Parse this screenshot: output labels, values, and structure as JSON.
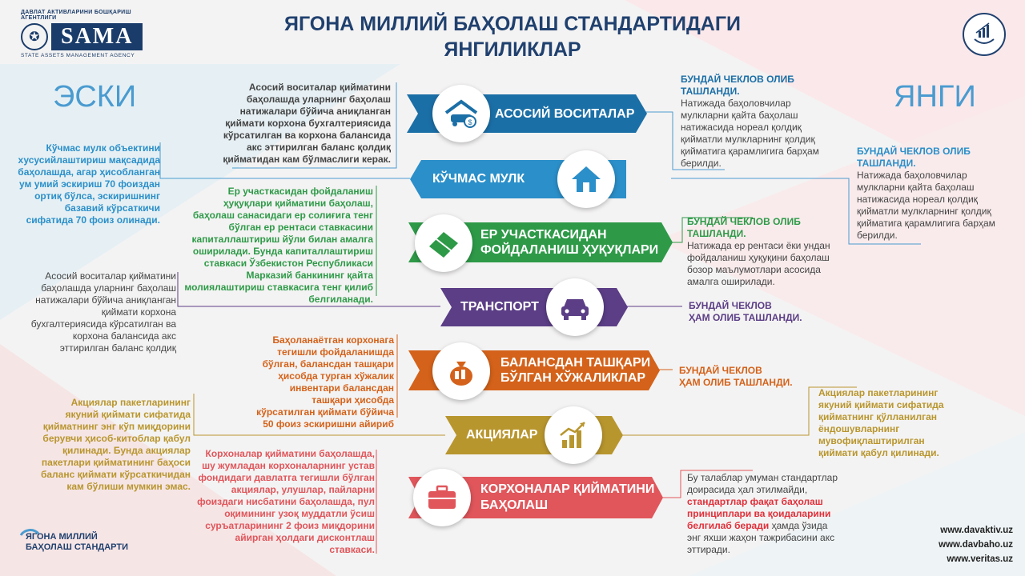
{
  "header": {
    "title_line1": "ЯГОНА МИЛЛИЙ БАҲОЛАШ СТАНДАРТИДАГИ",
    "title_line2": "ЯНГИЛИКЛАР",
    "logo_top": "ДАВЛАТ АКТИВЛАРИНИ БОШҚАРИШ АГЕНТЛИГИ",
    "logo_text": "SAMA",
    "logo_bottom": "STATE ASSETS MANAGEMENT AGENCY"
  },
  "labels": {
    "old": "ЭСКИ",
    "new": "ЯНГИ"
  },
  "rows": [
    {
      "title": "АСОСИЙ ВОСИТАЛАР",
      "color": "#1b6fa7",
      "icon": "car-in-garage-icon",
      "left_text": "Асосий воситалар қийматини баҳолашда уларнинг баҳолаш натижалари бўйича аниқланган қиймати корхона бухгалтериясида кўрсатилган ва корхона балансида акс эттирилган баланс қолдиқ қийматидан кам бўлмаслиги керак.",
      "right_head": "БУНДАЙ ЧЕКЛОВ ОЛИБ ТАШЛАНДИ.",
      "right_text": "Натижада баҳоловчилар мулкларни қайта баҳолаш натижасида нореал қолдиқ қийматли мулкларнинг қолдиқ қийматига қарамлигига барҳам берилди."
    },
    {
      "title": "КЎЧМАС МУЛК",
      "color": "#2b8fc9",
      "icon": "house-icon",
      "left_text": "Кўчмас мулк объектини хусусийлаштириш мақсадида баҳолашда, агар ҳисобланган ум умий эскириш 70 фоиздан ортиқ бўлса, эскиришнинг базавий кўрсаткичи сифатида 70 фоиз олинади.",
      "right_head": "БУНДАЙ ЧЕКЛОВ ОЛИБ ТАШЛАНДИ.",
      "right_text": "Натижада баҳоловчилар мулкларни қайта баҳолаш натижасида нореал қолдиқ қийматли мулкларнинг қолдиқ қийматига қарамлигига барҳам берилди."
    },
    {
      "title_line1": "ЕР УЧАСТКАСИДАН",
      "title_line2": "ФОЙДАЛАНИШ ҲУҚУҚЛАРИ",
      "color": "#2e9a48",
      "icon": "land-plot-icon",
      "left_text": "Ер участкасидан фойдаланиш ҳуқуқлари қийматини баҳолаш, баҳолаш санасидаги ер солиғига тенг бўлган ер рентаси ставкасини капиталлаштириш йўли билан амалга оширилади. Бунда капиталлаштириш ставкаси Ўзбекистон Республикаси Марказий банкининг қайта молиялаштириш ставкасига тенг қилиб белгиланади.",
      "right_head": "БУНДАЙ ЧЕКЛОВ ОЛИБ ТАШЛАНДИ.",
      "right_text": "Натижада ер рентаси ёки ундан фойдаланиш ҳуқуқини баҳолаш бозор маълумотлари асосида амалга оширилади."
    },
    {
      "title": "ТРАНСПОРТ",
      "color": "#5b3e86",
      "icon": "car-icon",
      "left_text": "Асосий воситалар қийматини баҳолашда уларнинг баҳолаш натижалари бўйича аниқланган қиймати корхона бухгалтериясида кўрсатилган ва корхона балансида акс эттирилган баланс қолдиқ",
      "right_head_line1": "БУНДАЙ ЧЕКЛОВ",
      "right_head_line2": "ҲАМ ОЛИБ ТАШЛАНДИ."
    },
    {
      "title_line1": "БАЛАНСДАН ТАШҚАРИ",
      "title_line2": "БЎЛГАН ХЎЖАЛИКЛАР",
      "color": "#d4621a",
      "icon": "money-bag-icon",
      "left_text": "Баҳоланаётган корхонага тегишли фойдаланишда бўлган, балансдан ташқари ҳисобда турган хўжалик инвентари балансдан ташқари ҳисобда кўрсатилган қиймати бўйича 50 фоиз эскиришни айириб",
      "right_head_line1": "БУНДАЙ ЧЕКЛОВ",
      "right_head_line2": "ҲАМ ОЛИБ ТАШЛАНДИ."
    },
    {
      "title": "АКЦИЯЛАР",
      "color": "#b8962e",
      "icon": "growth-chart-icon",
      "left_text": "Акциялар пакетларининг якуний қиймати сифатида қийматнинг энг кўп миқдорини берувчи ҳисоб-китоблар қабул қилинади. Бунда акциялар пакетлари қийматининг баҳоси баланс қиймати кўрсаткичидан кам бўлиши мумкин эмас.",
      "right_text": "Акциялар пакетларининг якуний қиймати сифатида қийматнинг қўлланилган ёндошувларнинг мувофиқлаштирилган қиймати қабул қилинади."
    },
    {
      "title_line1": "КОРХОНАЛАР ҚИЙМАТИНИ",
      "title_line2": "БАҲОЛАШ",
      "color": "#e0565b",
      "icon": "briefcase-icon",
      "left_text": "Корхоналар қийматини баҳолашда, шу жумладан корхоналарнинг устав фондидаги давлатга тегишли бўлган акциялар, улушлар, пайларни фоиздаги нисбатини баҳолашда, пул оқимининг узоқ муддатли ўсиш суръатларининг 2 фоиз миқдорини айирган ҳолдаги дисконтлаш ставкаси.",
      "right_text_a": "Бу талаблар умуман стандартлар доирасида ҳал этилмайди,",
      "right_text_b": "стандартлар фақат баҳолаш принциплари ва қоидаларини белгилаб беради",
      "right_text_c": "ҳамда ўзида энг яхши жаҳон тажрибасини акс эттиради."
    }
  ],
  "footer": {
    "logo_line1": "ЯГОНА МИЛЛИЙ",
    "logo_line2": "БАҲОЛАШ СТАНДАРТИ",
    "sites": [
      "www.davaktiv.uz",
      "www.davbaho.uz",
      "www.veritas.uz"
    ]
  },
  "colors": {
    "navy": "#20416f",
    "light_blue": "#4a9bd0",
    "highlight_red": "#e0303a"
  }
}
